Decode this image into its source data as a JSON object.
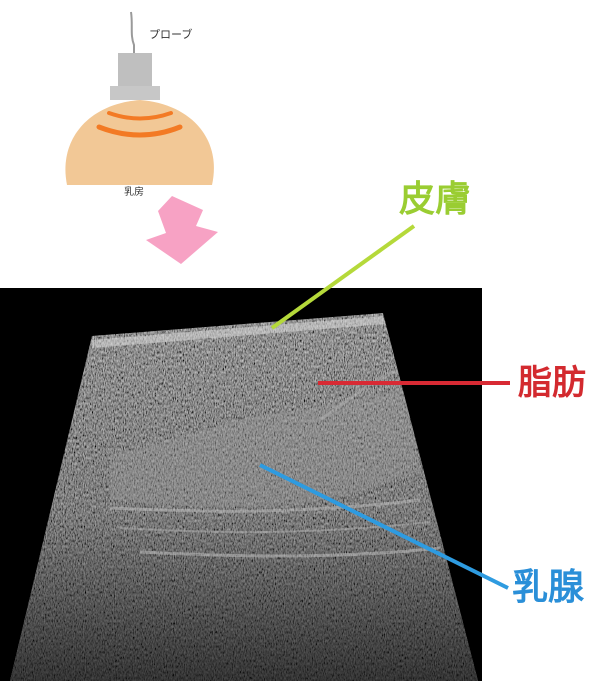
{
  "probe_illustration": {
    "probe_label": "プローブ",
    "breast_label": "乳房"
  },
  "ultrasound_labels": {
    "skin": "皮膚",
    "fat": "脂肪",
    "mammary_gland": "乳腺"
  },
  "colors": {
    "skin_line": "#b5d93a",
    "skin_text": "#9acd32",
    "fat_line": "#d82a34",
    "fat_text": "#d32a2f",
    "gland_line": "#2e9be0",
    "gland_text": "#2a8fd8",
    "breast_fill": "#f2c896",
    "wave_color": "#f37a24",
    "probe_gray": "#bfbfbf",
    "arrow_pink": "#f7a2c4"
  }
}
